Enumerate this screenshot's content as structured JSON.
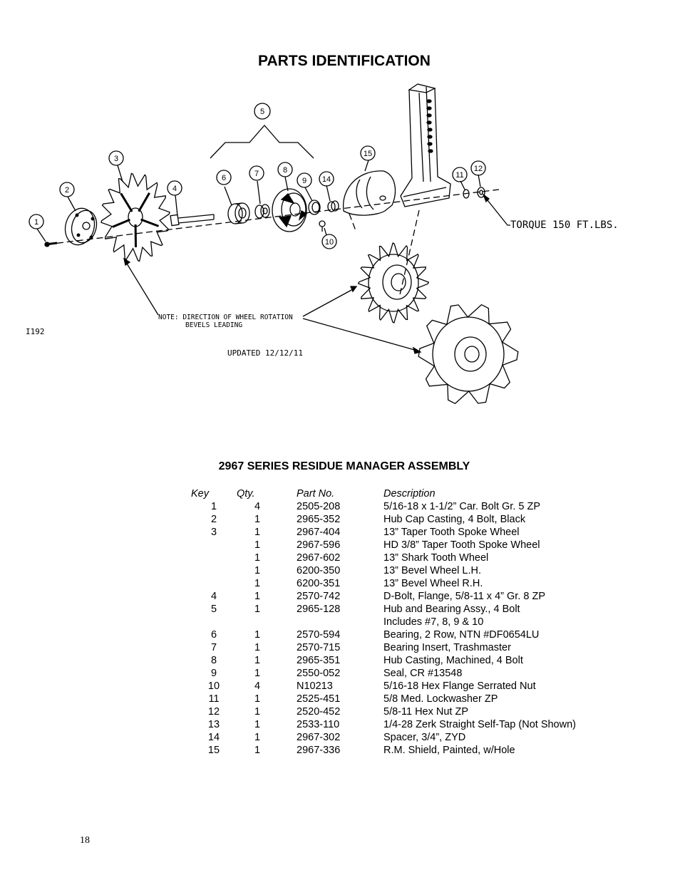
{
  "page": {
    "title": "PARTS IDENTIFICATION",
    "number": "18"
  },
  "drawing": {
    "drawing_id": "I192",
    "torque_note": "TORQUE 150 FT.LBS.",
    "rotation_note_line1": "NOTE: DIRECTION OF WHEEL ROTATION",
    "rotation_note_line2": "BEVELS LEADING",
    "updated": "UPDATED 12/12/11",
    "callouts": [
      "1",
      "2",
      "3",
      "4",
      "5",
      "6",
      "7",
      "8",
      "9",
      "10",
      "11",
      "12",
      "14",
      "15"
    ]
  },
  "assembly": {
    "title": "2967 SERIES RESIDUE MANAGER ASSEMBLY",
    "headers": {
      "key": "Key",
      "qty": "Qty.",
      "part": "Part No.",
      "desc": "Description"
    },
    "rows": [
      {
        "key": "1",
        "qty": "4",
        "part": "2505-208",
        "desc": "5/16-18 x 1-1/2” Car. Bolt Gr. 5 ZP"
      },
      {
        "key": "2",
        "qty": "1",
        "part": "2965-352",
        "desc": "Hub Cap Casting, 4 Bolt, Black"
      },
      {
        "key": "3",
        "qty": "1",
        "part": "2967-404",
        "desc": "13” Taper Tooth Spoke Wheel"
      },
      {
        "key": "",
        "qty": "1",
        "part": "2967-596",
        "desc": "HD 3/8” Taper Tooth Spoke Wheel"
      },
      {
        "key": "",
        "qty": "1",
        "part": "2967-602",
        "desc": "13” Shark Tooth Wheel"
      },
      {
        "key": "",
        "qty": "1",
        "part": "6200-350",
        "desc": "13” Bevel Wheel L.H."
      },
      {
        "key": "",
        "qty": "1",
        "part": "6200-351",
        "desc": "13” Bevel Wheel R.H."
      },
      {
        "key": "4",
        "qty": "1",
        "part": "2570-742",
        "desc": "D-Bolt, Flange, 5/8-11 x 4” Gr. 8 ZP"
      },
      {
        "key": "5",
        "qty": "1",
        "part": "2965-128",
        "desc": "Hub and Bearing Assy., 4 Bolt"
      },
      {
        "key": "",
        "qty": "",
        "part": "",
        "desc": "Includes #7, 8, 9 & 10"
      },
      {
        "key": "6",
        "qty": "1",
        "part": "2570-594",
        "desc": "Bearing, 2 Row, NTN #DF0654LU"
      },
      {
        "key": "7",
        "qty": "1",
        "part": "2570-715",
        "desc": "Bearing Insert, Trashmaster"
      },
      {
        "key": "8",
        "qty": "1",
        "part": "2965-351",
        "desc": "Hub Casting, Machined, 4 Bolt"
      },
      {
        "key": "9",
        "qty": "1",
        "part": "2550-052",
        "desc": "Seal, CR #13548"
      },
      {
        "key": "10",
        "qty": "4",
        "part": "N10213",
        "desc": "5/16-18 Hex Flange Serrated Nut"
      },
      {
        "key": "11",
        "qty": "1",
        "part": "2525-451",
        "desc": "5/8 Med. Lockwasher ZP"
      },
      {
        "key": "12",
        "qty": "1",
        "part": "2520-452",
        "desc": "5/8-11 Hex Nut ZP"
      },
      {
        "key": "13",
        "qty": "1",
        "part": "2533-110",
        "desc": "1/4-28 Zerk Straight Self-Tap (Not Shown)"
      },
      {
        "key": "14",
        "qty": "1",
        "part": "2967-302",
        "desc": "Spacer, 3/4”, ZYD"
      },
      {
        "key": "15",
        "qty": "1",
        "part": "2967-336",
        "desc": "R.M. Shield, Painted, w/Hole"
      }
    ]
  }
}
